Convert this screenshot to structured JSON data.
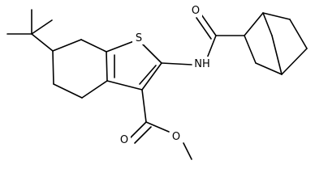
{
  "molecule": {
    "atoms": {
      "sulfur": "S",
      "amide_nitrogen": "NH",
      "amide_oxygen": "O",
      "ester_carbonyl_oxygen": "O",
      "ester_ether_oxygen": "O"
    },
    "colors": {
      "bond": "#000000",
      "label": "#000000",
      "background": "#ffffff"
    }
  }
}
